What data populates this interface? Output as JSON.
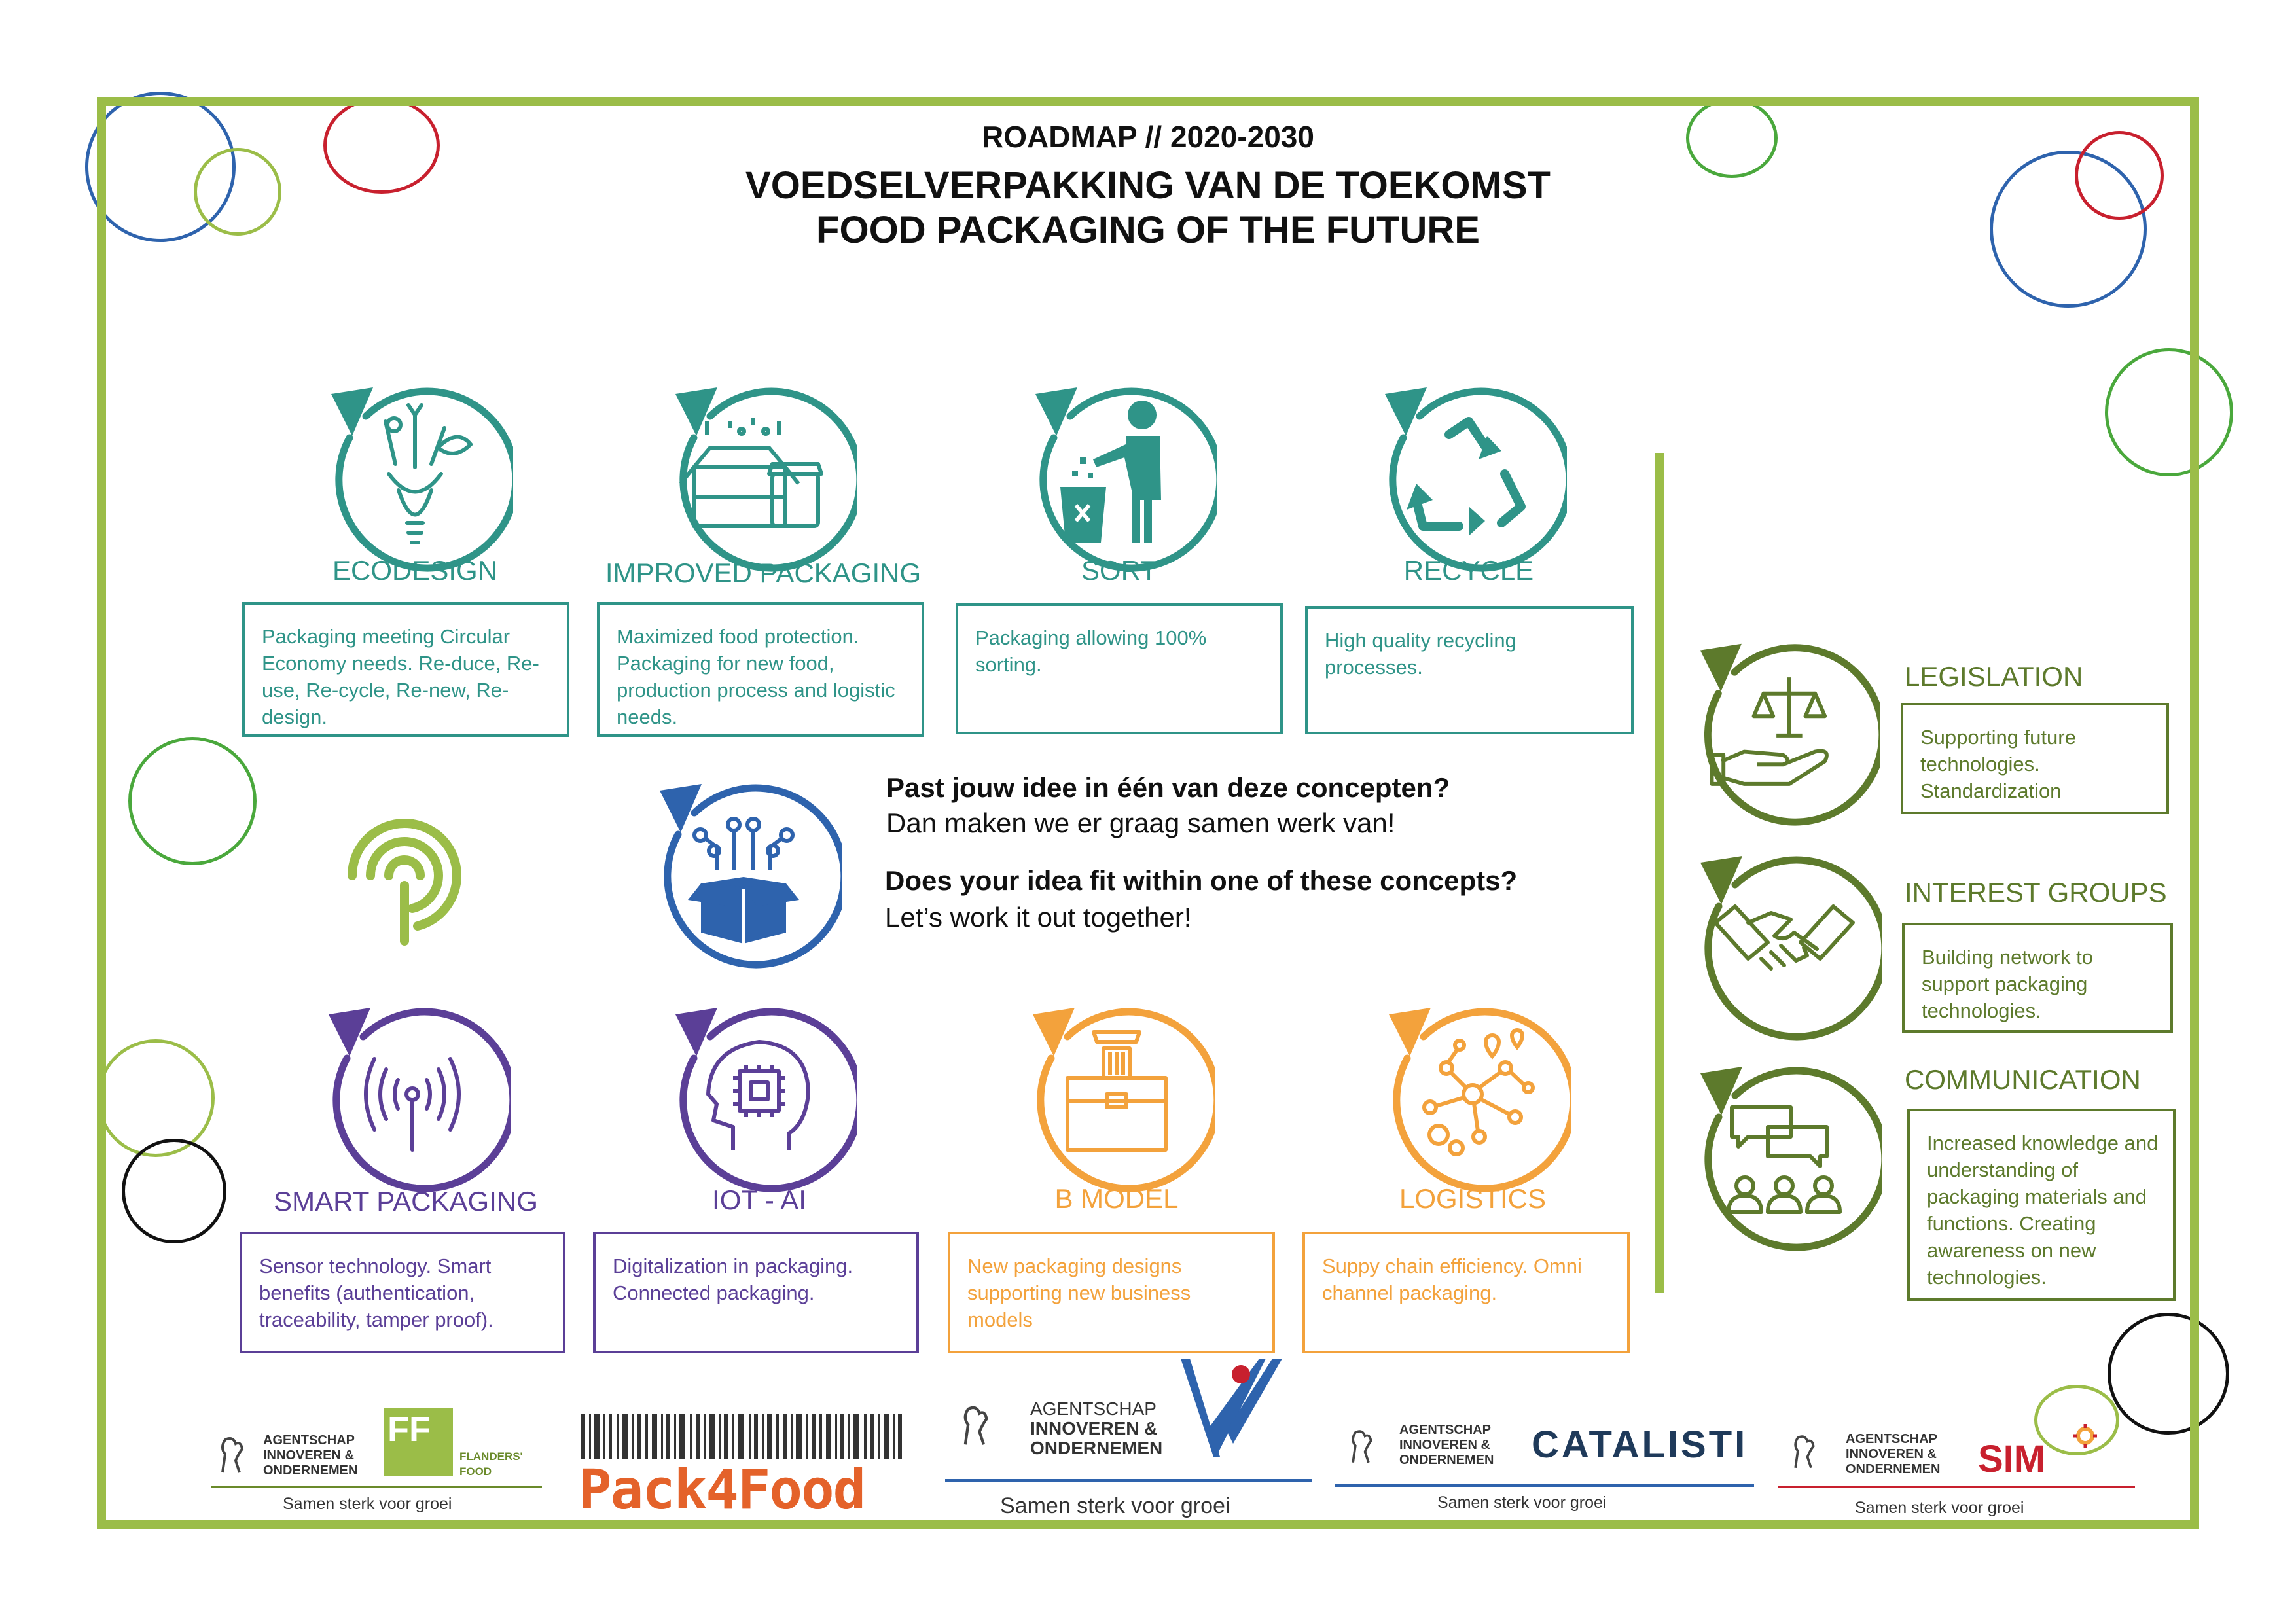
{
  "header": {
    "roadmap": "ROADMAP // 2020-2030",
    "title_nl": "VOEDSELVERPAKKING VAN DE TOEKOMST",
    "title_en": "FOOD PACKAGING OF THE FUTURE"
  },
  "colors": {
    "teal": "#2f9488",
    "blue": "#2e63ad",
    "purple": "#5b3f97",
    "orange": "#f3a23c",
    "olive": "#5d7a2c",
    "lime": "#9bbd48",
    "red": "#c8202e"
  },
  "top_concepts": [
    {
      "label": "ECODESIGN",
      "icon": "lightbulb-design-icon",
      "text": "Packaging meeting Circular Economy needs. Re-duce, Re-use, Re-cycle, Re-new, Re-design."
    },
    {
      "label": "IMPROVED PACKAGING",
      "icon": "package-boxes-icon",
      "text": "Maximized food protection. Packaging for new food, production process and logistic needs."
    },
    {
      "label": "SORT",
      "icon": "person-trash-bin-icon",
      "text": "Packaging allowing 100% sorting."
    },
    {
      "label": "RECYCLE",
      "icon": "recycle-icon",
      "text": "High quality recycling processes."
    }
  ],
  "question": {
    "nl_bold": "Past jouw idee in één van deze concepten?",
    "nl": "Dan maken we er graag samen werk van!",
    "en_bold": "Does your idea fit within one of these concepts?",
    "en": "Let’s work it out together!"
  },
  "bottom_concepts": [
    {
      "label": "SMART PACKAGING",
      "icon": "antenna-signal-icon",
      "text": "Sensor technology. Smart benefits (authentication, traceability, tamper proof)."
    },
    {
      "label": "IOT - AI",
      "icon": "head-chip-icon",
      "text": "Digitalization in packaging. Connected packaging."
    },
    {
      "label": "B MODEL",
      "icon": "briefcase-icon",
      "text": "New packaging designs supporting new business models"
    },
    {
      "label": "LOGISTICS",
      "icon": "network-nodes-icon",
      "text": "Suppy chain efficiency. Omni channel packaging."
    }
  ],
  "side_concepts": [
    {
      "label": "LEGISLATION",
      "icon": "scales-hand-icon",
      "text": "Supporting future technologies. Standardization"
    },
    {
      "label": "INTEREST GROUPS",
      "icon": "handshake-icon",
      "text": "Building network to support packaging technologies."
    },
    {
      "label": "COMMUNICATION",
      "icon": "chat-people-icon",
      "text": "Increased knowledge and understanding of packaging materials and functions. Creating awareness on new technologies."
    }
  ],
  "logos": {
    "agency_line1": "AGENTSCHAP",
    "agency_line2": "INNOVEREN &",
    "agency_line3": "ONDERNEMEN",
    "tagline": "Samen sterk voor groei",
    "ff_mark": "FF",
    "ff_text1": "FLANDERS'",
    "ff_text2": "FOOD",
    "pack4food": "Pack4Food",
    "catalisti": "CATALISTI",
    "sim": "SIM"
  }
}
